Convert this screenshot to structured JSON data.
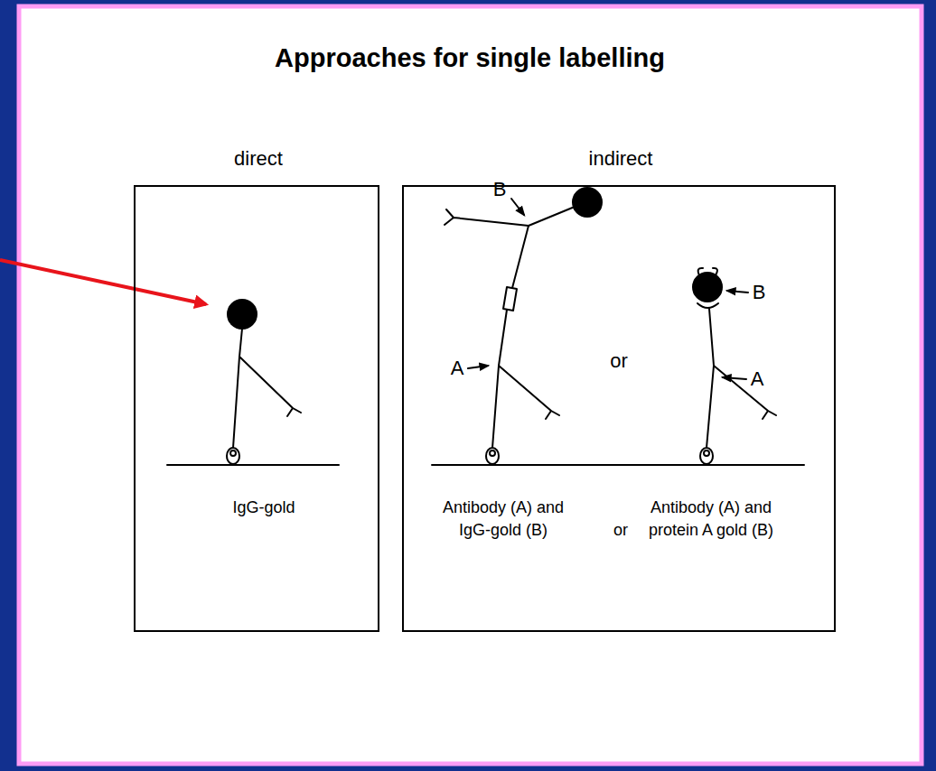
{
  "diagram": {
    "title": "Approaches for single labelling",
    "nodes": [
      {
        "text": [
          "direct",
          "IgG-gold"
        ]
      },
      {
        "text": [
          "indirect",
          "Antibody (A) and IgG-gold (B)",
          "or",
          "Antibody (A) and protein A gold (B)"
        ]
      }
    ],
    "labels": [
      "B",
      "B",
      "or",
      "A",
      "A"
    ]
  }
}
